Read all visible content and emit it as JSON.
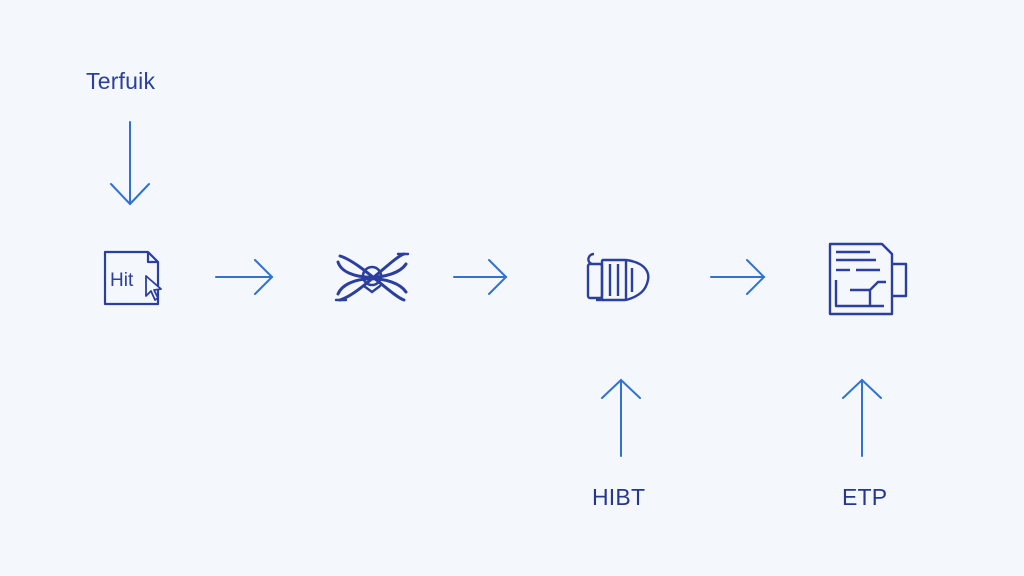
{
  "labels": {
    "top": "Terfuik",
    "bottom_1": "HIBT",
    "bottom_2": "ETP"
  },
  "nodes": [
    {
      "icon": "document-cursor-icon",
      "text": "Hit"
    },
    {
      "icon": "atom-exchange-icon"
    },
    {
      "icon": "machine-plug-icon"
    },
    {
      "icon": "document-chart-icon"
    }
  ],
  "colors": {
    "background": "#f4f7fb",
    "arrow": "#2f72d6",
    "icon": "#2a3f9e",
    "text": "#2a3f9e"
  }
}
